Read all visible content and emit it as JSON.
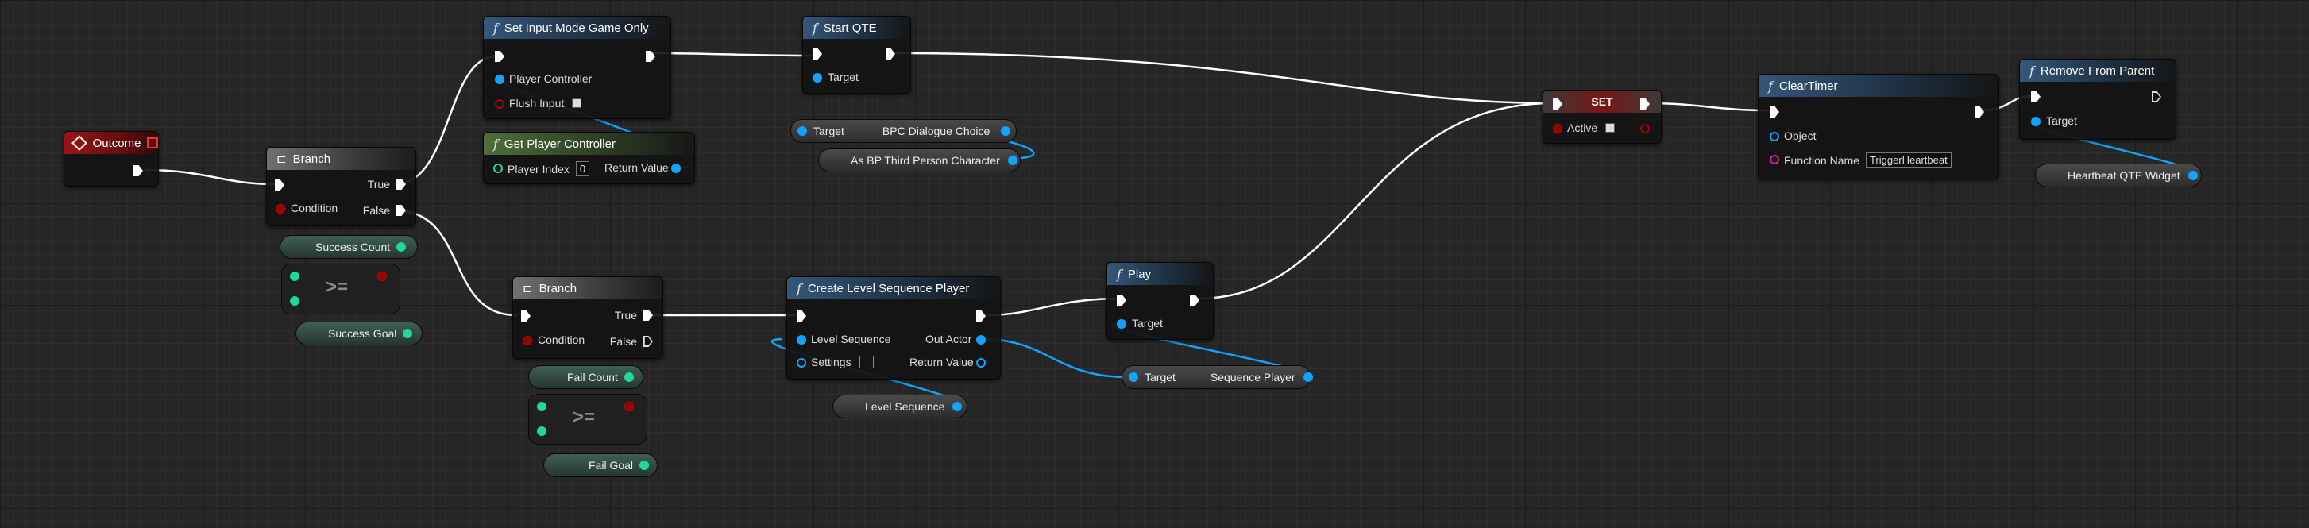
{
  "nodes": {
    "outcome": {
      "title": "Outcome"
    },
    "branch1": {
      "title": "Branch",
      "true_label": "True",
      "false_label": "False",
      "condition_label": "Condition"
    },
    "success_count": {
      "label": "Success Count"
    },
    "success_goal": {
      "label": "Success Goal"
    },
    "compare1": {
      "symbol": ">="
    },
    "set_input_mode": {
      "title": "Set Input Mode Game Only",
      "player_controller_label": "Player Controller",
      "flush_input_label": "Flush Input"
    },
    "get_player_controller": {
      "title": "Get Player Controller",
      "player_index_label": "Player Index",
      "player_index_value": "0",
      "return_value_label": "Return Value"
    },
    "start_qte": {
      "title": "Start QTE",
      "target_label": "Target"
    },
    "cast_bpc": {
      "target_label": "Target",
      "output_label": "BPC Dialogue Choice"
    },
    "cast_bp_third": {
      "label": "As BP Third Person Character"
    },
    "branch2": {
      "title": "Branch",
      "true_label": "True",
      "false_label": "False",
      "condition_label": "Condition"
    },
    "fail_count": {
      "label": "Fail Count"
    },
    "fail_goal": {
      "label": "Fail Goal"
    },
    "compare2": {
      "symbol": ">="
    },
    "create_level_sequence": {
      "title": "Create Level Sequence Player",
      "level_sequence_label": "Level Sequence",
      "out_actor_label": "Out Actor",
      "settings_label": "Settings",
      "return_value_label": "Return Value"
    },
    "level_sequence_var": {
      "label": "Level Sequence"
    },
    "play": {
      "title": "Play",
      "target_label": "Target"
    },
    "sequence_player_var": {
      "target_label": "Target",
      "output_label": "Sequence Player"
    },
    "set_node": {
      "title": "SET",
      "active_label": "Active"
    },
    "clear_timer": {
      "title": "ClearTimer",
      "object_label": "Object",
      "function_name_label": "Function Name",
      "function_name_value": "TriggerHeartbeat"
    },
    "remove_from_parent": {
      "title": "Remove From Parent",
      "target_label": "Target"
    },
    "heartbeat_widget": {
      "label": "Heartbeat QTE Widget"
    }
  },
  "colors": {
    "exec_wire": "#ffffff",
    "object_wire": "#11a3ff",
    "int_wire": "#22d6a0",
    "bool_pin": "#950000",
    "function_header": "#35577a",
    "pure_header": "#4f6e3a",
    "event_header": "#9a1414"
  },
  "icons": {
    "function": "function-f-icon",
    "branch": "branch-icon",
    "event": "event-diamond-icon"
  }
}
